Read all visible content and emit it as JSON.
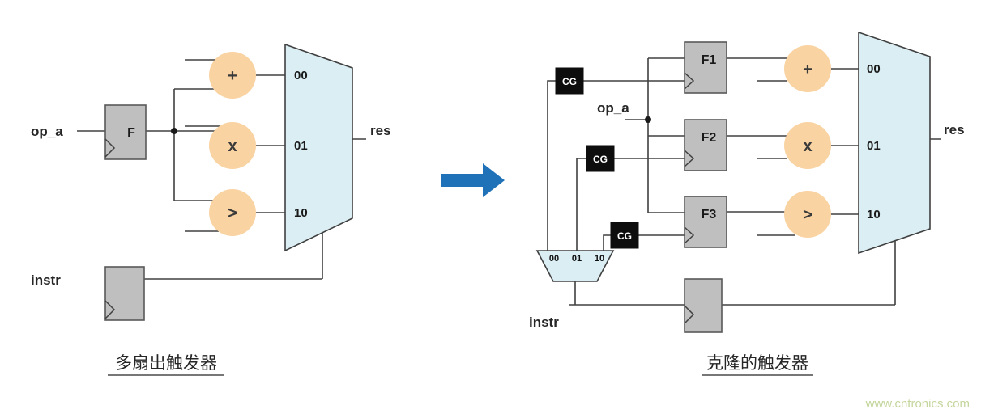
{
  "left_diagram": {
    "caption": "多扇出触发器",
    "input_label": "op_a",
    "flipflop_label": "F",
    "operators": [
      "+",
      "x",
      ">"
    ],
    "mux_inputs": [
      "00",
      "01",
      "10"
    ],
    "output_label": "res",
    "instr_label": "instr"
  },
  "right_diagram": {
    "caption": "克隆的触发器",
    "input_label": "op_a",
    "flipflop_labels": [
      "F1",
      "F2",
      "F3"
    ],
    "clock_gate_label": "CG",
    "operators": [
      "+",
      "x",
      ">"
    ],
    "mux_inputs": [
      "00",
      "01",
      "10"
    ],
    "decoder_labels": [
      "00",
      "01",
      "10"
    ],
    "output_label": "res",
    "instr_label": "instr"
  },
  "watermark": "www.cntronics.com",
  "colors": {
    "flipflop_fill": "#bfbfbf",
    "clock_gate_fill": "#0d0d0d",
    "operator_fill": "#f9d3a2",
    "mux_fill": "#daeef3",
    "wire": "#404040",
    "arrow": "#1f72b8",
    "watermark_text": "#c4d69d"
  }
}
